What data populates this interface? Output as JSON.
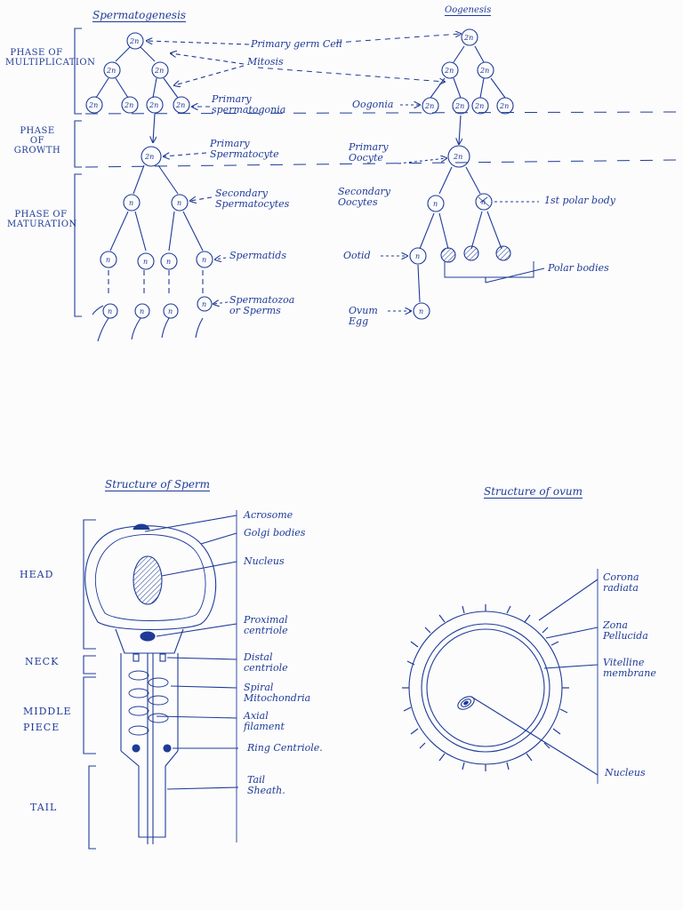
{
  "spermatogenesis": {
    "title": "Spermatogenesis",
    "phases": {
      "multiplication": "PHASE OF MULTIPLICATION",
      "growth": "PHASE OF GROWTH",
      "maturation": "PHASE OF MATURATION"
    },
    "labels": {
      "primary_germ_cell": "Primary germ Cell",
      "mitosis": "Mitosis",
      "spermatogonia": "Primary spermatogonia",
      "primary_spermatocyte": "Primary Spermatocyte",
      "secondary_spermatocytes": "Secondary Spermatocytes",
      "spermatids": "Spermatids",
      "spermatozoa": "Spermatozoa or Sperms"
    },
    "ploidy": {
      "diploid": "2n",
      "haploid": "n"
    }
  },
  "oogenesis": {
    "title": "Oogenesis",
    "labels": {
      "oogonia": "Oogonia",
      "primary_oocyte": "Primary Oocyte",
      "secondary_oocytes": "Secondary Oocytes",
      "polar_body_1": "1st polar body",
      "ootid": "Ootid",
      "polar_bodies": "Polar bodies",
      "ovum": "Ovum Egg"
    }
  },
  "sperm_structure": {
    "title": "Structure of Sperm",
    "regions": {
      "head": "HEAD",
      "neck": "NECK",
      "middle_piece": "MIDDLE PIECE",
      "tail": "TAIL"
    },
    "parts": {
      "acrosome": "Acrosome",
      "golgi": "Golgi bodies",
      "nucleus": "Nucleus",
      "proximal_centriole": "Proximal centriole",
      "distal_centriole": "Distal centriole",
      "spiral_mitochondria": "Spiral Mitochondria",
      "axial_filament": "Axial filament",
      "ring_centriole": "Ring Centriole.",
      "tail_sheath": "Tail Sheath."
    }
  },
  "ovum_structure": {
    "title": "Structure of ovum",
    "parts": {
      "corona": "Corona radiata",
      "zona": "Zona Pellucida",
      "vitelline": "Vitelline membrane",
      "nucleus": "Nucleus"
    }
  },
  "colors": {
    "ink": "#1f3b96",
    "paper": "#fcfcfd"
  }
}
